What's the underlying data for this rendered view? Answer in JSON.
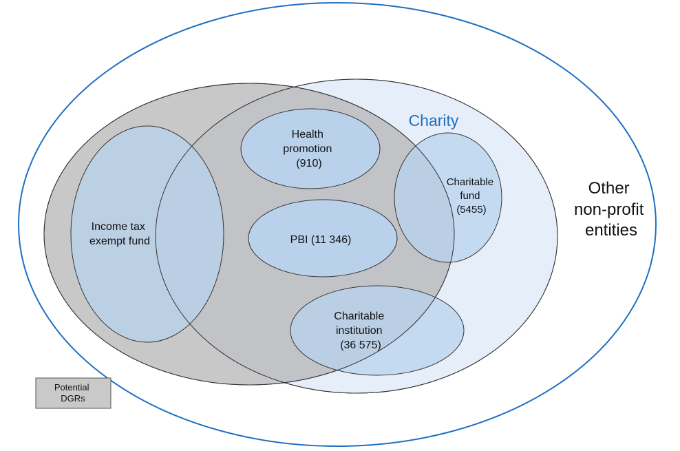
{
  "diagram": {
    "charity_label": "Charity",
    "other_label": [
      "Other",
      "non-profit",
      "entities"
    ],
    "health_promotion": [
      "Health",
      "promotion",
      "(910)"
    ],
    "pbi": "PBI (11 346)",
    "income_tax_exempt_fund": [
      "Income tax",
      "exempt fund"
    ],
    "charitable_fund": [
      "Charitable",
      "fund",
      "(5455)"
    ],
    "charitable_institution": [
      "Charitable",
      "institution",
      "(36 575)"
    ],
    "legend_potential_dgrs": [
      "Potential",
      "DGRs"
    ]
  },
  "colors": {
    "outer_stroke": "#1f6fc2",
    "charity_fill": "#e6eef9",
    "dgr_fill": "#c9c9c9",
    "entity_fill": "#b8d3ee",
    "charity_text": "#1f6fc2",
    "line": "#333333"
  }
}
